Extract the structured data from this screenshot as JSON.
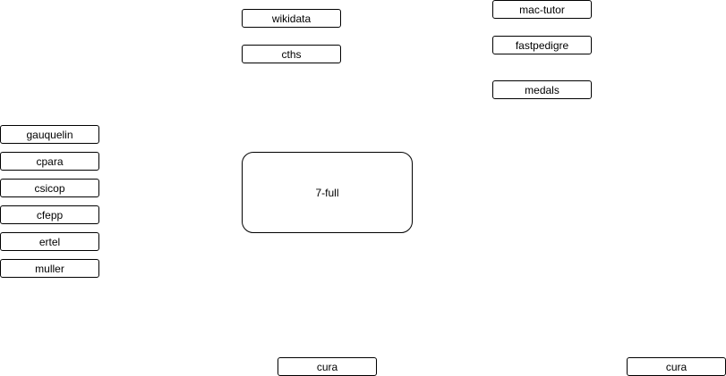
{
  "nodes": {
    "wikidata": "wikidata",
    "cths": "cths",
    "mac_tutor": "mac-tutor",
    "fastpedigre": "fastpedigre",
    "medals": "medals",
    "gauquelin": "gauquelin",
    "cpara": "cpara",
    "csicop": "csicop",
    "cfepp": "cfepp",
    "ertel": "ertel",
    "muller": "muller",
    "full": "7-full",
    "cura_left": "cura",
    "cura_right": "cura"
  }
}
